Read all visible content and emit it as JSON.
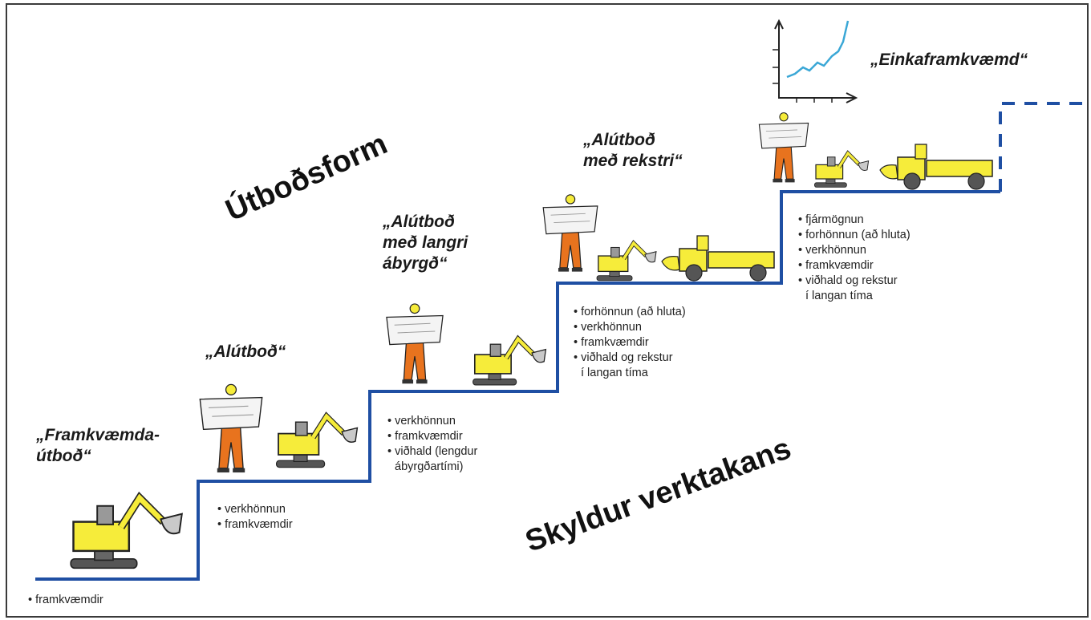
{
  "labels": {
    "form_type": "Útboðsform",
    "obligations": "Skyldur verktakans"
  },
  "stages": [
    {
      "title": "„Framkvæmda-\nútboð“",
      "items": [
        "framkvæmdir"
      ]
    },
    {
      "title": "„Alútboð“",
      "items": [
        "verkhönnun",
        "framkvæmdir"
      ]
    },
    {
      "title": "„Alútboð\nmeð langri\nábyrgð“",
      "items": [
        "verkhönnun",
        "framkvæmdir",
        "viðhald (lengdur",
        "ábyrgðartími)"
      ]
    },
    {
      "title": "„Alútboð\nmeð rekstri“",
      "items": [
        "forhönnun (að hluta)",
        "verkhönnun",
        "framkvæmdir",
        "viðhald og rekstur",
        "í langan tíma"
      ]
    },
    {
      "title": "„Einkaframkvæmd“",
      "items": [
        "fjármögnun",
        "forhönnun (að hluta)",
        "verkhönnun",
        "framkvæmdir",
        "viðhald og rekstur",
        "í langan tíma"
      ]
    }
  ],
  "colors": {
    "stair_line": "#1f4fa3",
    "machine_yellow": "#f6ec3a",
    "worker_orange": "#e8731e",
    "graph_line": "#3aa7d6"
  },
  "icons": [
    "excavator-icon",
    "dump-truck-icon",
    "worker-icon",
    "growth-graph-icon"
  ]
}
